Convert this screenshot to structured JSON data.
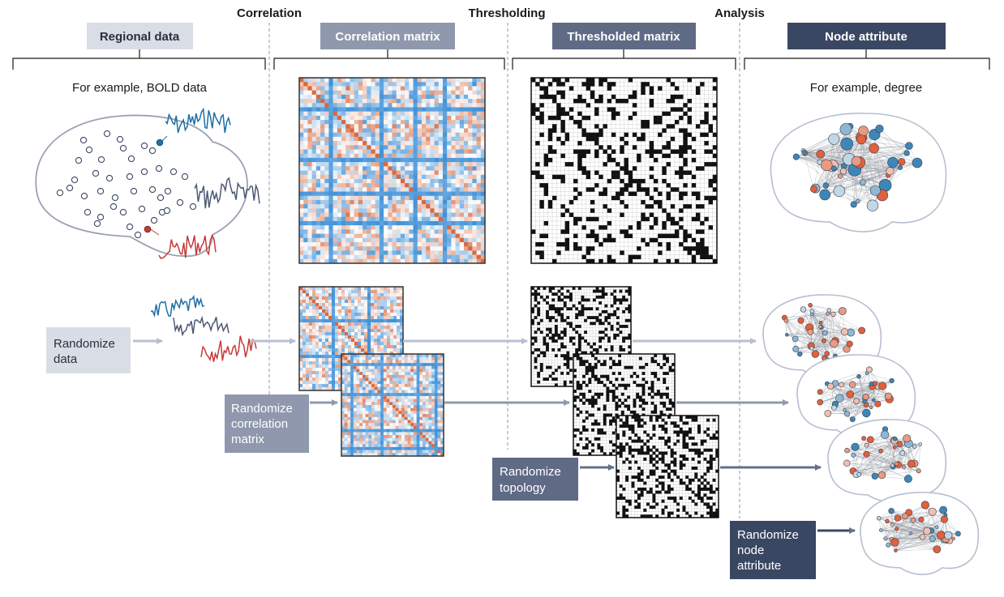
{
  "stages": {
    "correlation": "Correlation",
    "thresholding": "Thresholding",
    "analysis": "Analysis"
  },
  "headers": {
    "regional_data": "Regional data",
    "correlation_matrix": "Correlation matrix",
    "thresholded_matrix": "Thresholded matrix",
    "node_attribute": "Node attribute"
  },
  "captions": {
    "bold_example": "For example, BOLD data",
    "degree_example": "For example, degree"
  },
  "randomize": {
    "data": [
      "Randomize",
      "data"
    ],
    "correlation_matrix": [
      "Randomize",
      "correlation",
      "matrix"
    ],
    "topology": [
      "Randomize",
      "topology"
    ],
    "node_attribute": [
      "Randomize",
      "node",
      "attribute"
    ]
  },
  "colors": {
    "blue_signal": "#1f6fa8",
    "gray_signal": "#4d5a75",
    "red_signal": "#c63a3a",
    "node_red": "#e2603c",
    "node_blue": "#3f86b8",
    "header_light": "#d9dde6",
    "header_mid": "#8f98ad",
    "header_dark": "#5f6a85",
    "header_darkest": "#3a4763",
    "arrow_light": "#b7bfcf",
    "arrow_dark": "#65708a"
  }
}
